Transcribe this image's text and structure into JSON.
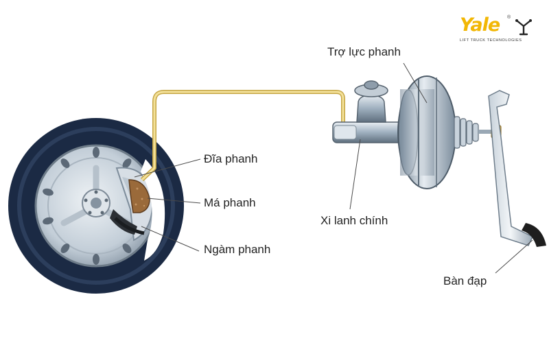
{
  "labels": {
    "tro_luc_phanh": "Trợ lực phanh",
    "dia_phanh": "Đĩa phanh",
    "ma_phanh": "Má phanh",
    "ngam_phanh": "Ngàm phanh",
    "xi_lanh_chinh": "Xi lanh chính",
    "ban_dap": "Bàn đạp"
  },
  "logo": {
    "brand": "Yale",
    "registered": "®",
    "tagline": "LIFT TRUCK TECHNOLOGIES"
  },
  "colors": {
    "tire": "#1b2a44",
    "rim": "#c9d3dc",
    "metal": "#9fb0bf",
    "brake_line": "#e3c86a",
    "pad": "#9a6a3a",
    "logo_yellow": "#f2b705"
  }
}
